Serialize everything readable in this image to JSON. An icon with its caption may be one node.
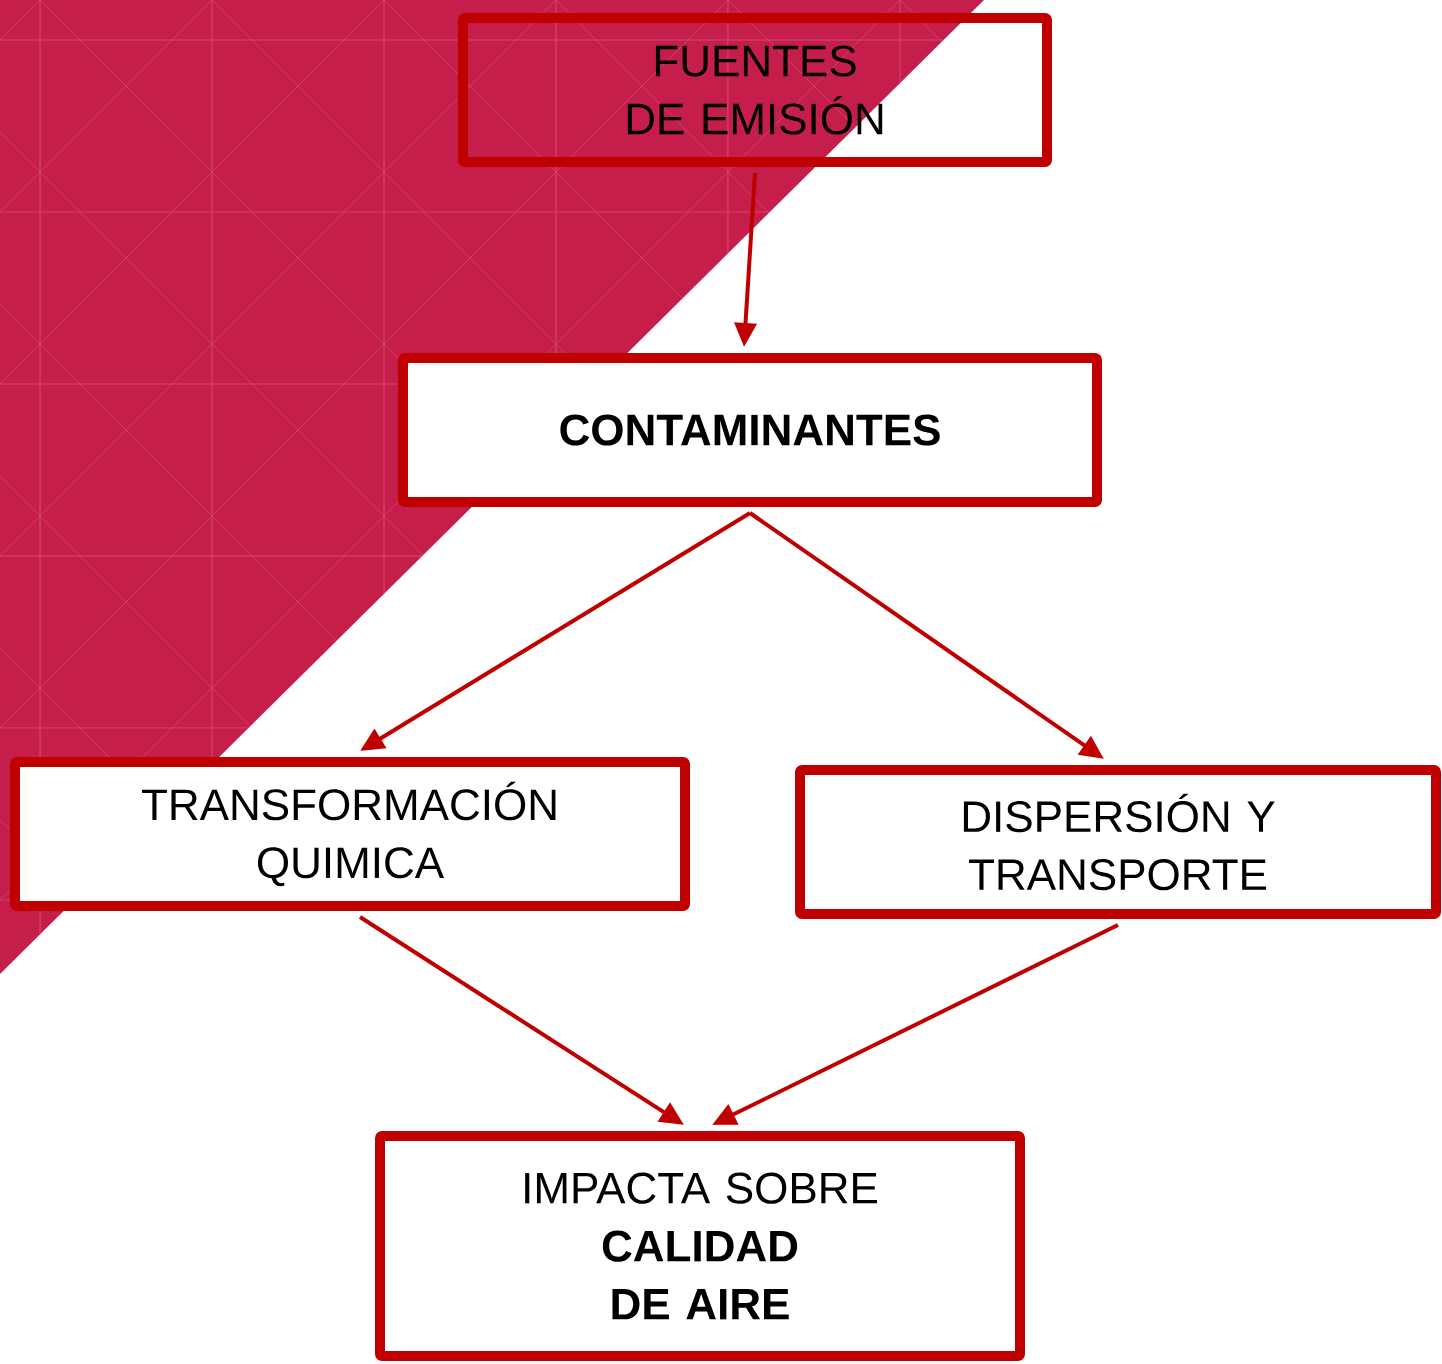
{
  "diagram": {
    "nodes": [
      {
        "text": [
          "FUENTES DE EMISIÓN"
        ]
      },
      {
        "text": [
          "CONTAMINANTES"
        ]
      },
      {
        "text": [
          "TRANSFORMACIÓN QUIMICA"
        ]
      },
      {
        "text": [
          "DISPERSIÓN Y TRANSPORTE"
        ]
      },
      {
        "text": [
          "IMPACTA SOBRE **CALIDAD DE AIRE**"
        ]
      }
    ],
    "edges": [
      {
        "from": 0,
        "to": 1,
        "arrow": "to"
      },
      {
        "from": 1,
        "to": 2,
        "arrow": "to"
      },
      {
        "from": 1,
        "to": 3,
        "arrow": "to"
      },
      {
        "from": 2,
        "to": 4,
        "arrow": "to"
      },
      {
        "from": 3,
        "to": 4,
        "arrow": "to"
      }
    ]
  }
}
